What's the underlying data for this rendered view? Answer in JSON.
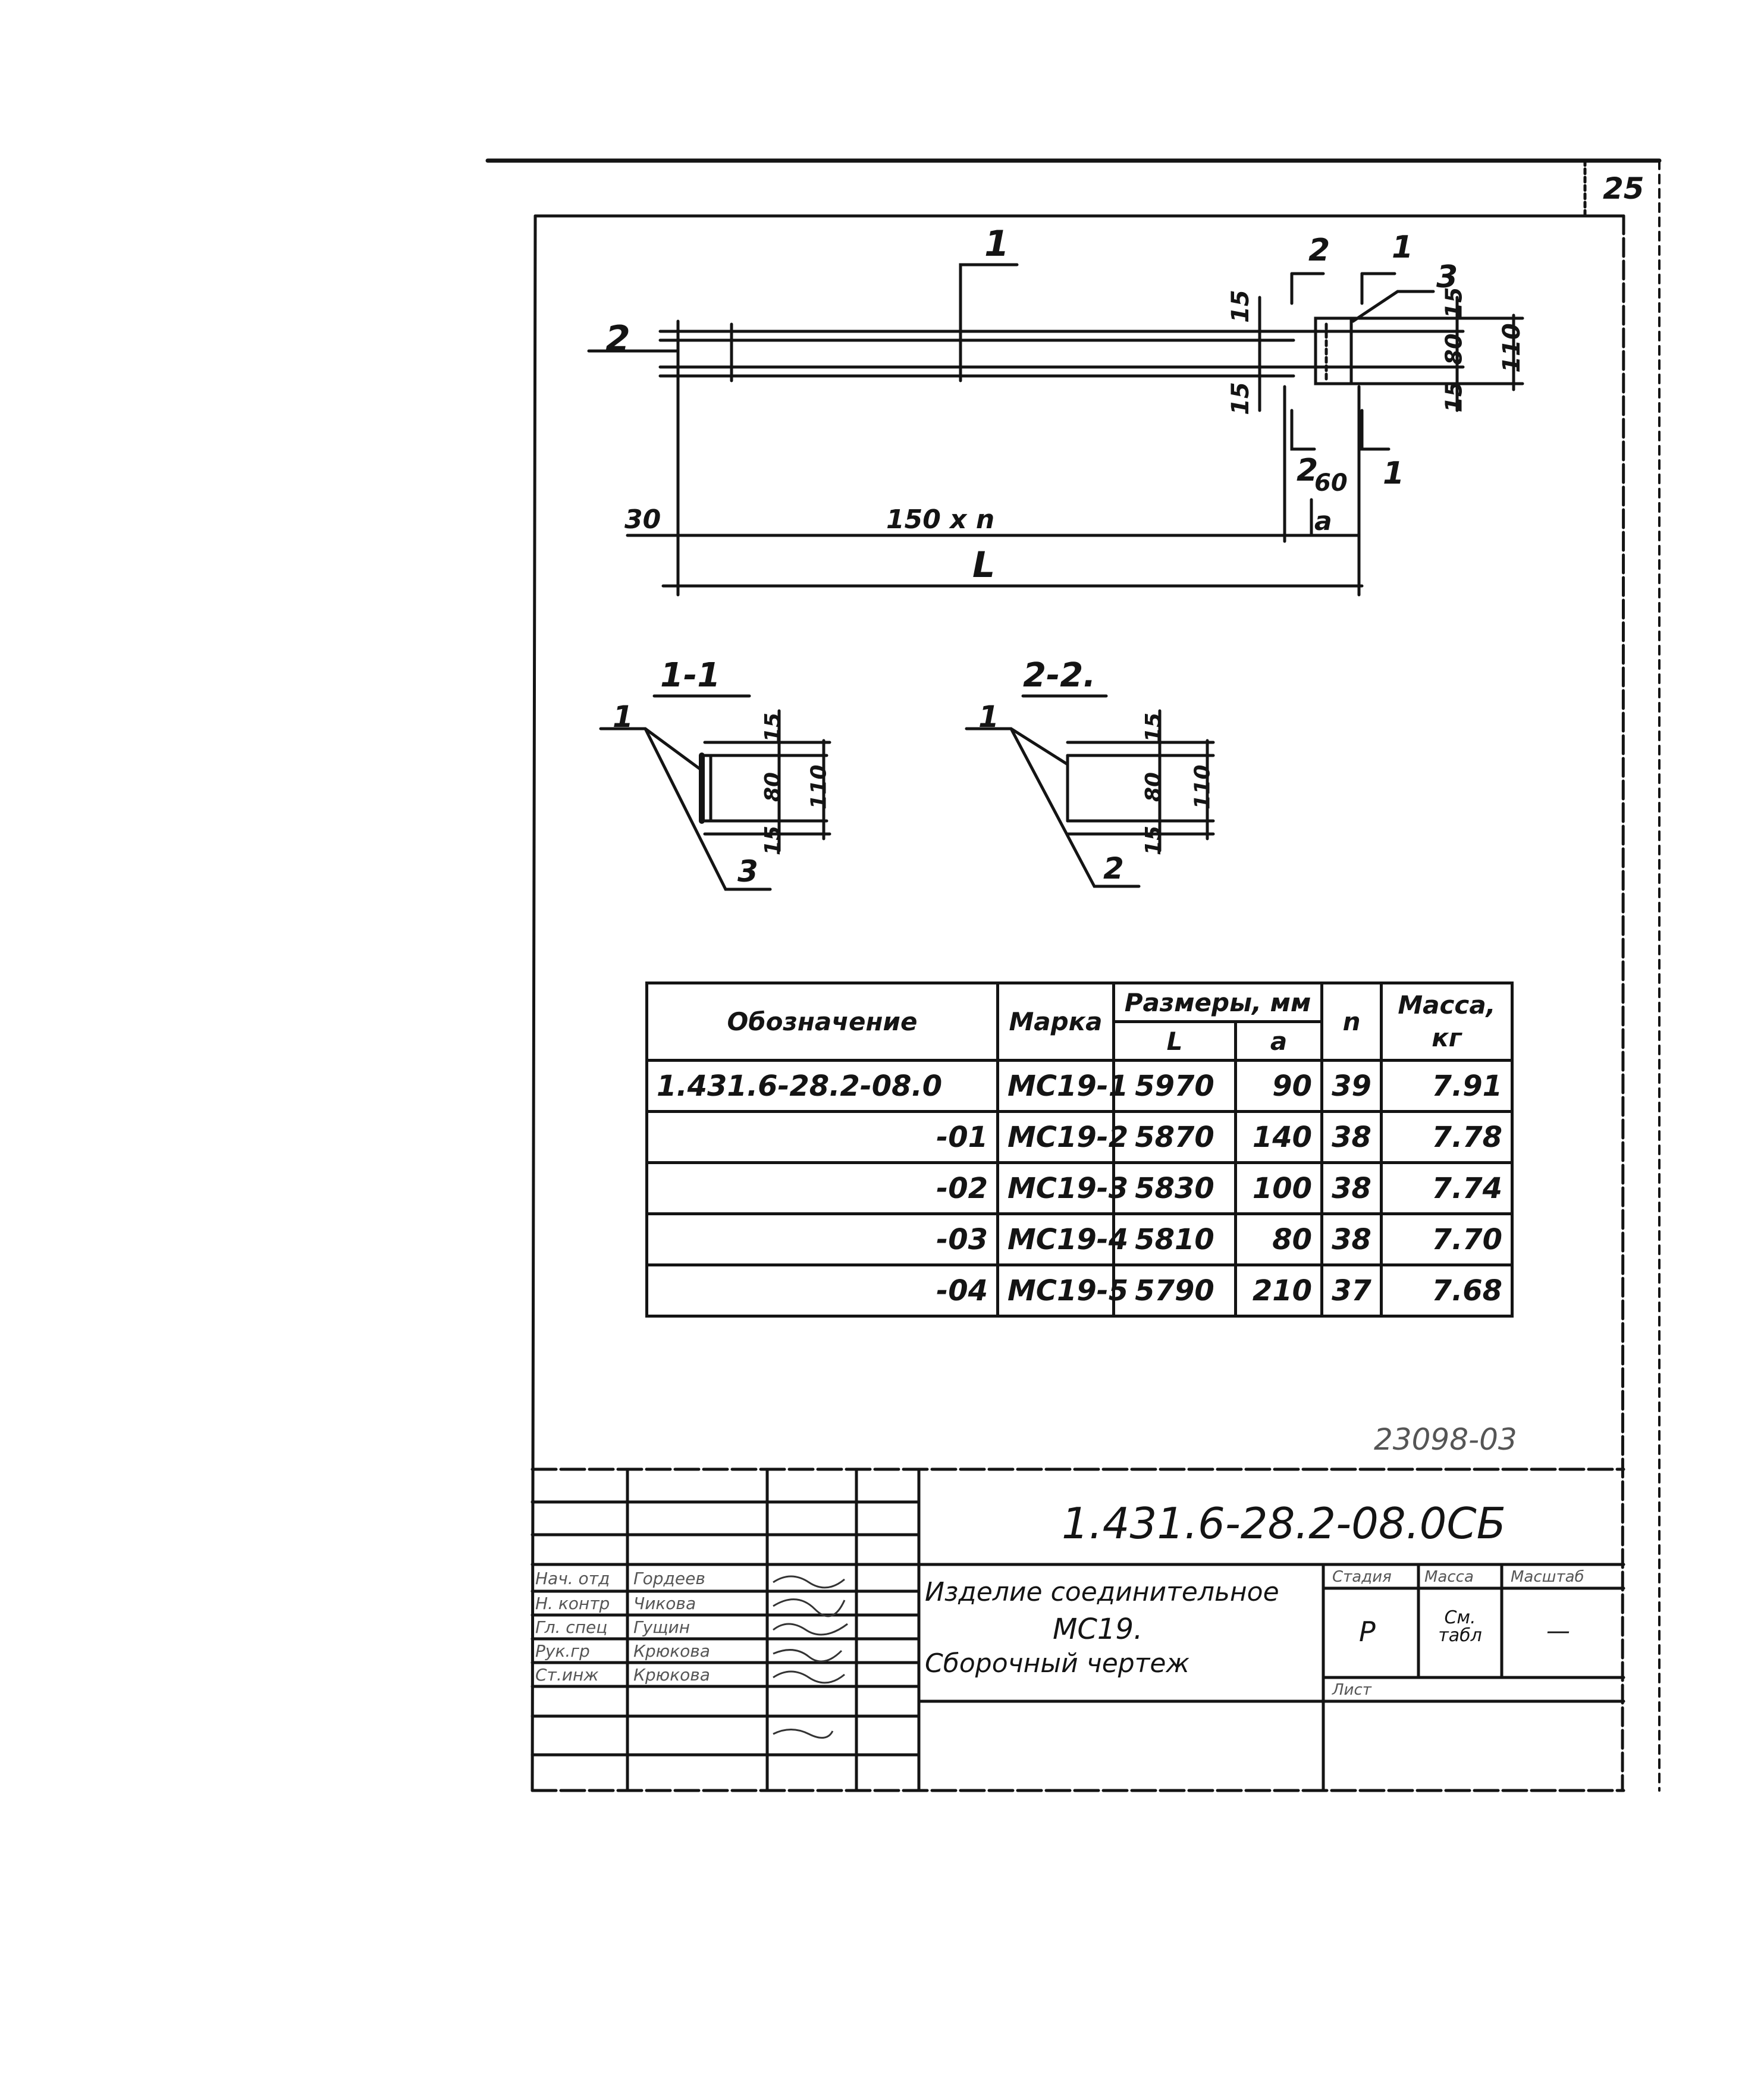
{
  "sheet_number": "25",
  "drawing": {
    "marks": {
      "pos_1_top": "1",
      "pos_2_left": "2",
      "pos_3": "3",
      "cut_2_top": "2",
      "cut_1_top": "1",
      "cut_2_bottom": "2",
      "cut_1_bottom": "1"
    },
    "dims": {
      "d15_a": "15",
      "d15_b": "15",
      "d15_r1": "15",
      "d80_r": "80",
      "d15_r2": "15",
      "d110_r": "110",
      "d60": "60",
      "d30": "30",
      "d150n": "150 x n",
      "dL": "L",
      "da": "a"
    }
  },
  "sections": {
    "s11": {
      "title": "1-1",
      "lbl_1": "1",
      "lbl_3": "3",
      "d15a": "15",
      "d80": "80",
      "d15b": "15",
      "d110": "110"
    },
    "s22": {
      "title": "2-2.",
      "lbl_1": "1",
      "lbl_2": "2",
      "d15a": "15",
      "d80": "80",
      "d15b": "15",
      "d110": "110"
    }
  },
  "spec_table": {
    "headers": {
      "designation": "Обозначение",
      "mark": "Марка",
      "sizes": "Размеры, мм",
      "L": "L",
      "a": "a",
      "n": "n",
      "mass": "Масса, кг"
    },
    "rows": [
      {
        "designation": "1.431.6-28.2-08.0",
        "mark": "МС19-1",
        "L": "5970",
        "a": "90",
        "n": "39",
        "mass": "7.91"
      },
      {
        "designation": "-01",
        "mark": "МС19-2",
        "L": "5870",
        "a": "140",
        "n": "38",
        "mass": "7.78"
      },
      {
        "designation": "-02",
        "mark": "МС19-3",
        "L": "5830",
        "a": "100",
        "n": "38",
        "mass": "7.74"
      },
      {
        "designation": "-03",
        "mark": "МС19-4",
        "L": "5810",
        "a": "80",
        "n": "38",
        "mass": "7.70"
      },
      {
        "designation": "-04",
        "mark": "МС19-5",
        "L": "5790",
        "a": "210",
        "n": "37",
        "mass": "7.68"
      }
    ]
  },
  "inventory_number": "23098-03",
  "title_block": {
    "code": "1.431.6-28.2-08.0СБ",
    "title_line1": "Изделие соединительное",
    "title_line2": "МС19.",
    "title_line3": "Сборочный чертеж",
    "stage_hdr": "Стадия",
    "mass_hdr": "Масса",
    "scale_hdr": "Масштаб",
    "stage": "Р",
    "mass": "См. табл",
    "scale": "—",
    "sheet_hdr": "Лист",
    "signatures": [
      {
        "role": "Нач. отд",
        "name": "Гордеев"
      },
      {
        "role": "Н. контр",
        "name": "Чикова"
      },
      {
        "role": "Гл. спец",
        "name": "Гущин"
      },
      {
        "role": "Рук.гр",
        "name": "Крюкова"
      },
      {
        "role": "Ст.инж",
        "name": "Крюкова"
      }
    ]
  }
}
